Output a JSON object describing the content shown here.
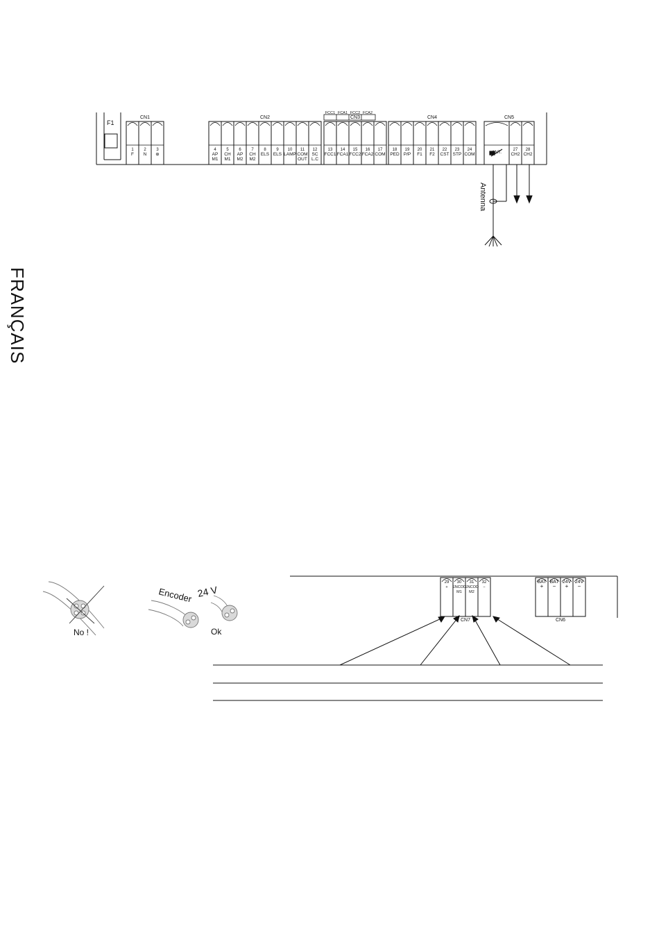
{
  "side_label": "FRANÇAIS",
  "fuse_label": "F1",
  "top_board": {
    "connectors": [
      {
        "name": "CN1",
        "terminals": [
          {
            "num": "1",
            "lines": [
              "F"
            ]
          },
          {
            "num": "2",
            "lines": [
              "N"
            ]
          },
          {
            "num": "3",
            "lines": [
              "⊕"
            ]
          }
        ]
      },
      {
        "name": "CN2",
        "terminals": [
          {
            "num": "4",
            "lines": [
              "AP",
              "M1"
            ]
          },
          {
            "num": "5",
            "lines": [
              "CH",
              "M1"
            ]
          },
          {
            "num": "6",
            "lines": [
              "AP",
              "M2"
            ]
          },
          {
            "num": "7",
            "lines": [
              "CH",
              "M2"
            ]
          },
          {
            "num": "8",
            "lines": [
              "ELS"
            ]
          },
          {
            "num": "9",
            "lines": [
              "ELS"
            ]
          },
          {
            "num": "10",
            "lines": [
              "LAMP"
            ]
          },
          {
            "num": "11",
            "lines": [
              "COM",
              "OUT"
            ]
          },
          {
            "num": "12",
            "lines": [
              "SC",
              "L.C"
            ]
          }
        ]
      },
      {
        "name": "CN3",
        "terminals": [
          {
            "num": "13",
            "lines": [
              "FCC1"
            ]
          },
          {
            "num": "14",
            "lines": [
              "FCA1"
            ]
          },
          {
            "num": "15",
            "lines": [
              "FCC2"
            ]
          },
          {
            "num": "16",
            "lines": [
              "FCA2"
            ]
          },
          {
            "num": "17",
            "lines": [
              "COM"
            ]
          }
        ]
      },
      {
        "name": "CN4",
        "terminals": [
          {
            "num": "18",
            "lines": [
              "PED"
            ]
          },
          {
            "num": "19",
            "lines": [
              "P/P"
            ]
          },
          {
            "num": "20",
            "lines": [
              "F1"
            ]
          },
          {
            "num": "21",
            "lines": [
              "F2"
            ]
          },
          {
            "num": "22",
            "lines": [
              "CST"
            ]
          },
          {
            "num": "23",
            "lines": [
              "STP"
            ]
          },
          {
            "num": "24",
            "lines": [
              "COM"
            ]
          }
        ]
      },
      {
        "name": "CN5",
        "terminals": [
          {
            "num": "",
            "lines": [
              "ANT."
            ]
          },
          {
            "num": "27",
            "lines": [
              "CH2"
            ]
          },
          {
            "num": "28",
            "lines": [
              "CH2"
            ]
          }
        ]
      }
    ],
    "cn3_labels": [
      "FCC1",
      "FCA1",
      "FCC2",
      "FCA2"
    ],
    "antenna_label": "Antenna"
  },
  "cable_icons": {
    "bad_label": "No !",
    "encoder_label": "Encoder",
    "voltage_label": "24 V",
    "good_label": "Ok"
  },
  "bottom_board": {
    "cn7": {
      "name": "CN7",
      "terminals": [
        {
          "num": "29",
          "lines": [
            "+"
          ]
        },
        {
          "num": "30",
          "lines": [
            "ENCOD",
            "M1"
          ]
        },
        {
          "num": "31",
          "lines": [
            "ENCOD",
            "M2"
          ]
        },
        {
          "num": "32",
          "lines": [
            "−"
          ]
        }
      ]
    },
    "cn6": {
      "name": "CN6",
      "terminals": [
        {
          "num": "BAT",
          "lines": [
            "+"
          ]
        },
        {
          "num": "BAT",
          "lines": [
            "−"
          ]
        },
        {
          "num": "24V",
          "lines": [
            "+"
          ]
        },
        {
          "num": "24V",
          "lines": [
            "−"
          ]
        }
      ]
    }
  }
}
